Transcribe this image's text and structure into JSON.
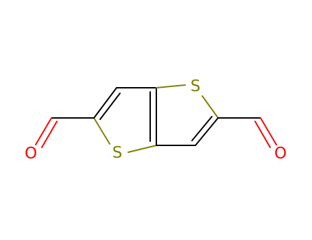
{
  "molecule": {
    "atoms": {
      "sulfur_top": "S",
      "sulfur_bottom": "S",
      "oxygen_left": "O",
      "oxygen_right": "O"
    },
    "colors": {
      "sulfur": "#808000",
      "oxygen": "#ff0000",
      "carbon_bond": "#000000",
      "background": "#ffffff"
    }
  }
}
